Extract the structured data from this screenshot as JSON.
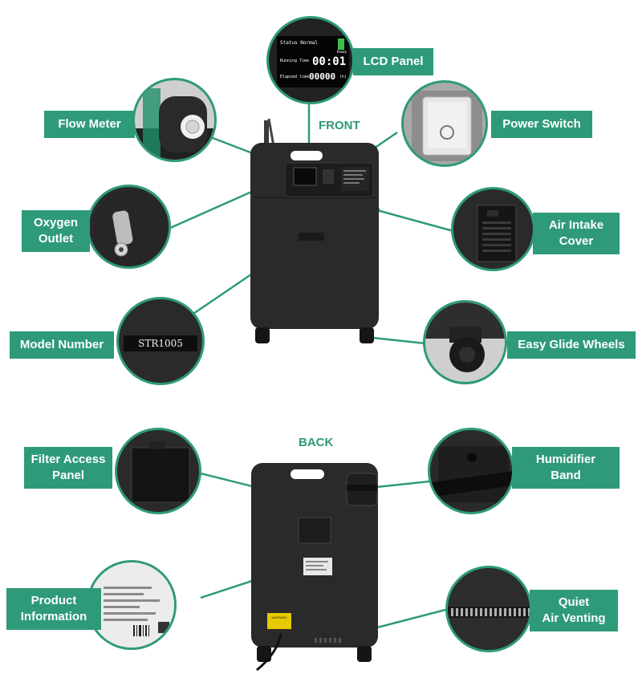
{
  "colors": {
    "accent": "#2e9a7a",
    "device": "#2a2a2a",
    "background": "#ffffff"
  },
  "front": {
    "title": "FRONT",
    "labels": {
      "lcd_panel": "LCD Panel",
      "flow_meter": "Flow Meter",
      "power_switch": "Power Switch",
      "oxygen_outlet": "Oxygen\nOutlet",
      "air_intake_cover": "Air Intake\nCover",
      "model_number": "Model Number",
      "easy_glide_wheels": "Easy Glide Wheels"
    },
    "lcd": {
      "status_text": "Status Normal",
      "running_label": "Running Time",
      "running_value": "00:01",
      "elapsed_label": "Elapsed time",
      "elapsed_value": "00000",
      "elapsed_unit": "(h)",
      "indicator": "Ready"
    },
    "model_number_text": "STR1005"
  },
  "back": {
    "title": "BACK",
    "labels": {
      "filter_access_panel": "Filter Access\nPanel",
      "humidifier_band": "Humidifier\nBand",
      "product_information": "Product\nInformation",
      "quiet_air_venting": "Quiet\nAir Venting"
    },
    "warning_text": "WARNING"
  }
}
